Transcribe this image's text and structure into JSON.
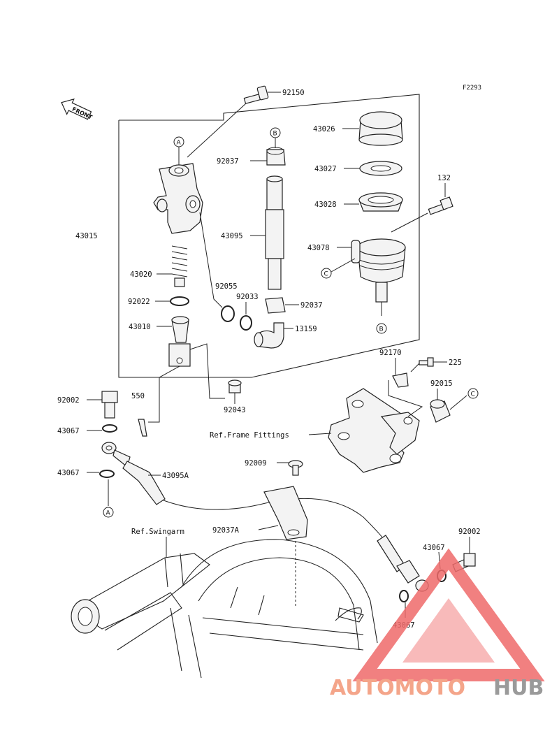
{
  "figure_code": "F2293",
  "front_label": "FRONT",
  "circle_refs": {
    "a": "A",
    "b": "B",
    "c": "C"
  },
  "parts": {
    "p92150": "92150",
    "p43026": "43026",
    "p92037_top": "92037",
    "p43027": "43027",
    "p43028": "43028",
    "p132": "132",
    "p43015": "43015",
    "p43095": "43095",
    "p43078": "43078",
    "p43020": "43020",
    "p92055": "92055",
    "p92033": "92033",
    "p92037_mid": "92037",
    "p92022": "92022",
    "p43010": "43010",
    "p13159": "13159",
    "p92170": "92170",
    "p225": "225",
    "p92015": "92015",
    "p92002_left": "92002",
    "p550": "550",
    "p92043": "92043",
    "p43067_a": "43067",
    "p43067_b": "43067",
    "p43095A": "43095A",
    "p92009": "92009",
    "p92037A": "92037A",
    "p92002_right": "92002",
    "p43067_c": "43067",
    "p43067_d": "43067"
  },
  "refs": {
    "frame_fittings": "Ref.Frame Fittings",
    "swingarm": "Ref.Swingarm"
  },
  "watermark": {
    "text_left": "AUTOMOTO",
    "text_right": "HUB",
    "color_left": "#f4a58a",
    "color_right": "#9a9a9a",
    "triangle_color": "#ef6b6b"
  }
}
